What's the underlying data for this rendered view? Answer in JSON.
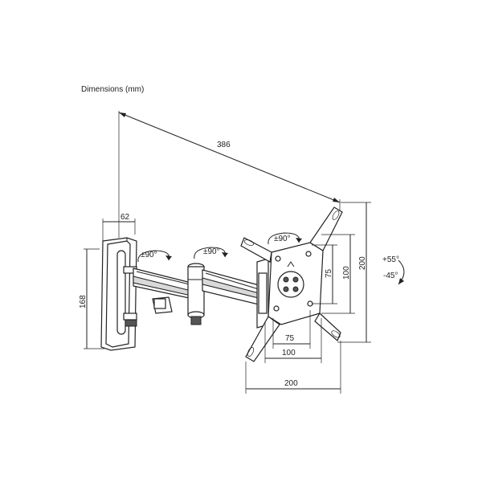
{
  "title": "Dimensions (mm)",
  "dimensions": {
    "overall_length": "386",
    "wall_plate_depth": "62",
    "wall_plate_height": "168",
    "vesa_75_h": "75",
    "vesa_100_h": "100",
    "vesa_200_h": "200",
    "vesa_75_v": "75",
    "vesa_100_v": "100",
    "vesa_200_v": "200"
  },
  "rotations": {
    "joint_1": "±90°",
    "joint_2": "±90°",
    "head": "±90°",
    "tilt_up": "+55°",
    "tilt_down": "-45°"
  }
}
